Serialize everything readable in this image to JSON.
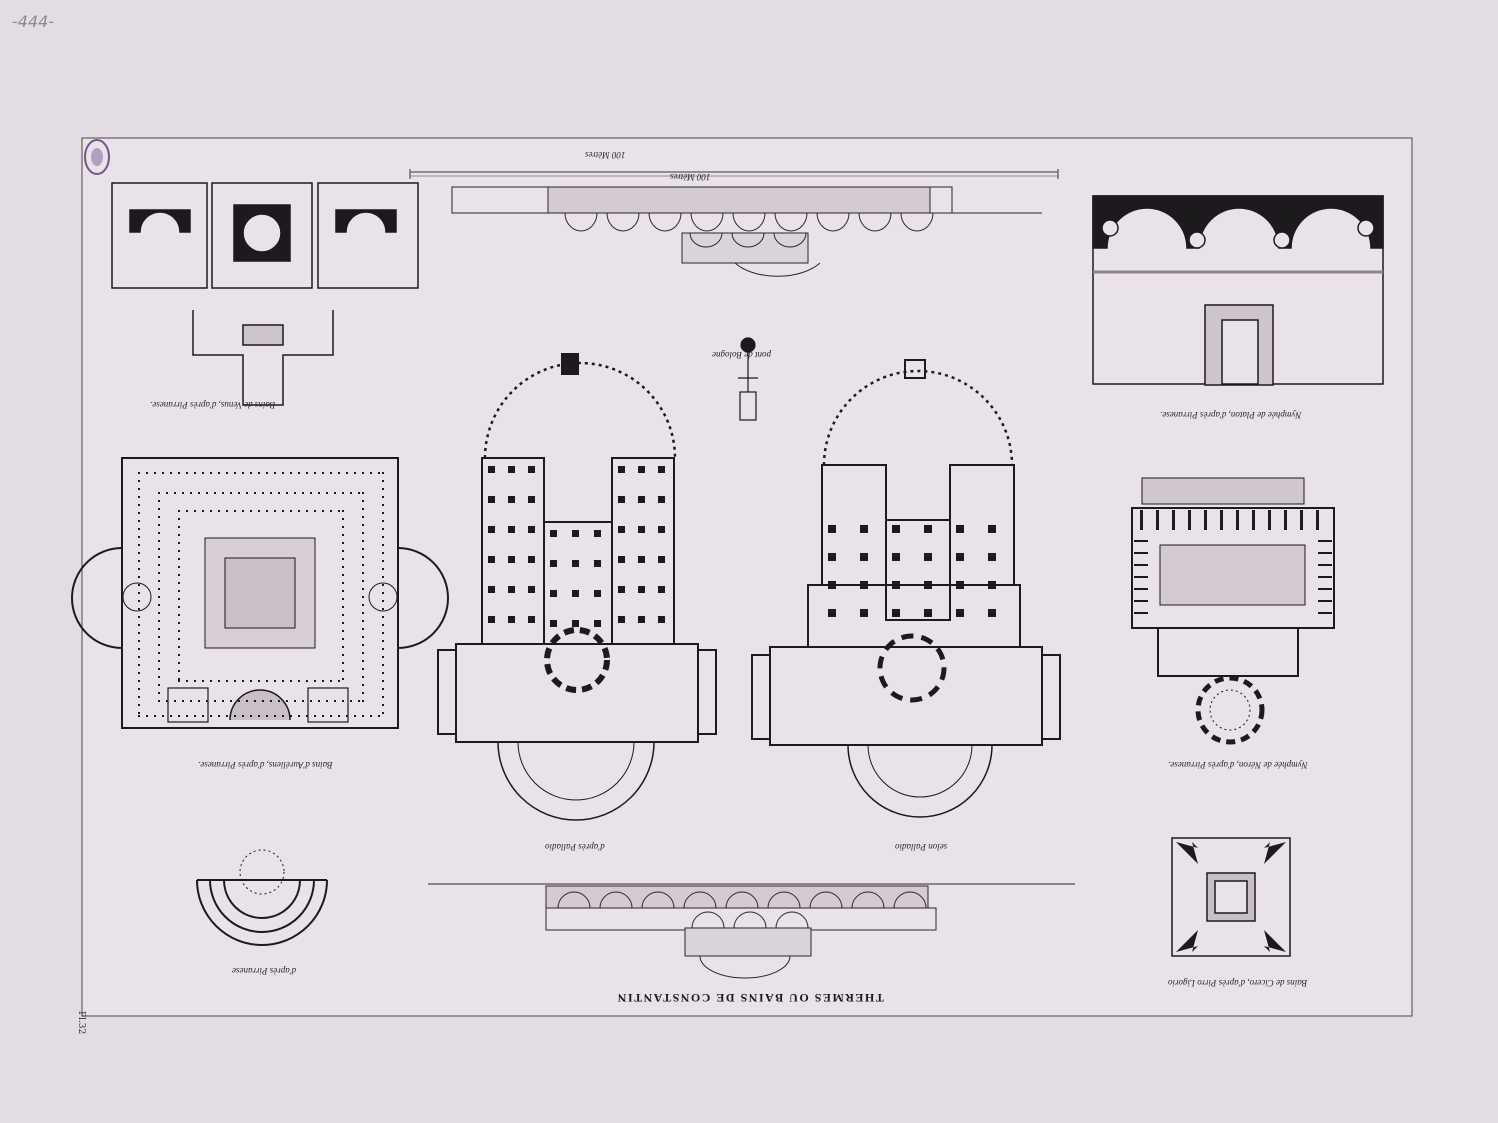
{
  "title": "THERMES OU BAINS DE CONSTANTIN",
  "plate_number": "Pl.32",
  "pencil_note": "-444-",
  "scale_label": "100 Mètres",
  "scale_label_small": "100 Mètres",
  "labels": {
    "top_left": "Bains de Venus, d'après Pirranese.",
    "middle_top": "pont de Bologne",
    "top_right": "Nymphée de Platon, d'après Pirranese.",
    "left_square": "Bains d'Auréliens, d'après Pirranese.",
    "right_plan": "Nymphée de Néron, d'après Pirranese.",
    "plan_left": "d'après Palladio",
    "plan_right": "selon Palladio",
    "bottom_left": "d'après Pirranese",
    "bottom_right": "Bains de Cicero, d'après Pirro Ligorio"
  },
  "colors": {
    "paper": "#e4dce3",
    "ink": "#1c1a1d",
    "wash": "#b9adb8"
  }
}
